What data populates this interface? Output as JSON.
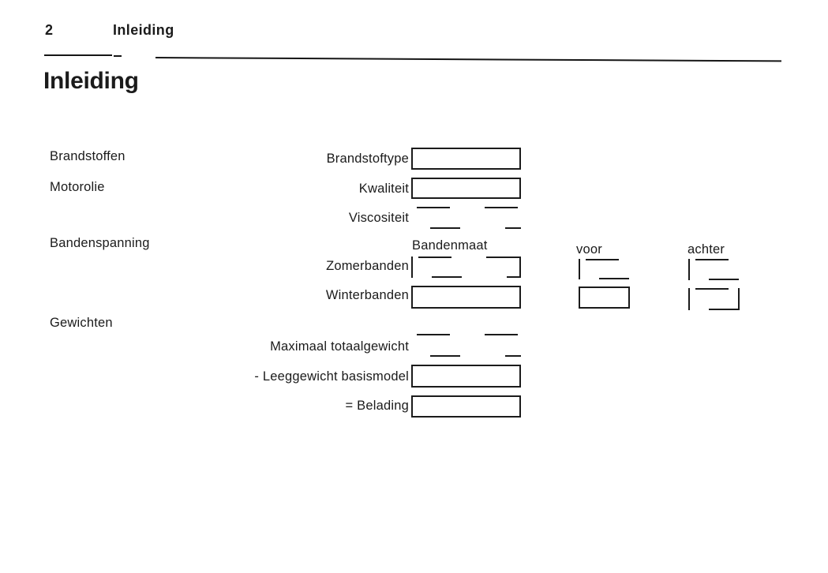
{
  "header": {
    "page_number": "2",
    "running_head": "Inleiding"
  },
  "title": "Inleiding",
  "colors": {
    "ink": "#1b1b1b",
    "background": "#ffffff"
  },
  "section_labels": {
    "fuels": "Brandstoffen",
    "engine_oil": "Motorolie",
    "tyre_pressure": "Bandenspanning",
    "weights": "Gewichten"
  },
  "fields": {
    "fuel_type": {
      "label": "Brandstoftype",
      "value": ""
    },
    "quality": {
      "label": "Kwaliteit",
      "value": ""
    },
    "viscosity": {
      "label": "Viscositeit",
      "value": ""
    }
  },
  "tyre_table": {
    "column_headers": {
      "size": "Bandenmaat",
      "front": "voor",
      "rear": "achter"
    },
    "rows": {
      "summer": {
        "label": "Zomerbanden",
        "size": "",
        "front": "",
        "rear": ""
      },
      "winter": {
        "label": "Winterbanden",
        "size": "",
        "front": "",
        "rear": ""
      }
    }
  },
  "weight_fields": {
    "max_total": {
      "label": "Maximaal totaalgewicht",
      "value": ""
    },
    "kerb": {
      "label": "- Leeggewicht basismodel",
      "value": ""
    },
    "payload": {
      "label": "= Belading",
      "value": ""
    }
  }
}
